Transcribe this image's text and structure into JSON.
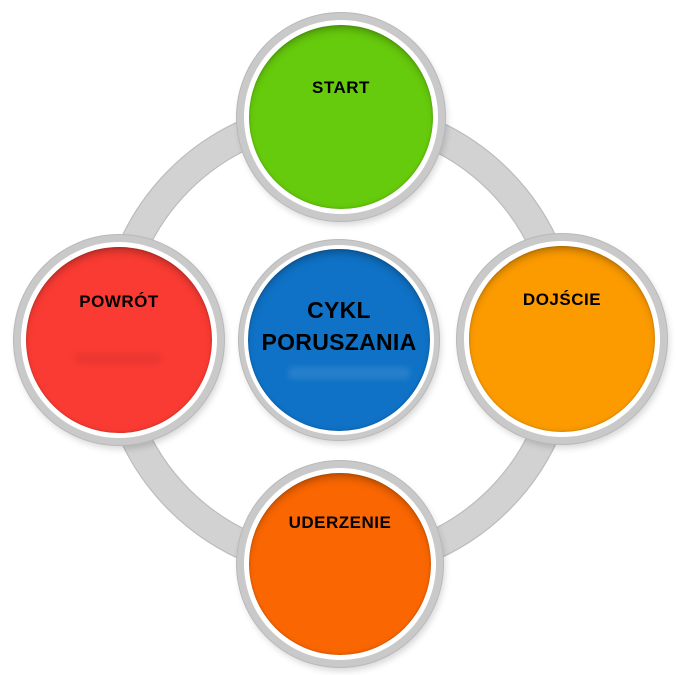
{
  "diagram": {
    "type": "cycle",
    "center_label": "CYKL PORUSZANIA"
  },
  "colors": {
    "background": "#ffffff",
    "ring": "#d2d2d2",
    "ring_edge": "#bcbcbc",
    "node_ring": "#c9c9c9",
    "text": "#000000"
  },
  "nodes": [
    {
      "id": "start",
      "label": "START",
      "color": "#66cb0c",
      "position": "top"
    },
    {
      "id": "dojscie",
      "label": "DOJŚCIE",
      "color": "#fc9b00",
      "position": "right"
    },
    {
      "id": "uderzenie",
      "label": "UDERZENIE",
      "color": "#fa6602",
      "position": "bottom"
    },
    {
      "id": "powrot",
      "label": "POWRÓT",
      "color": "#f93b33",
      "position": "left"
    },
    {
      "id": "center",
      "label": "CYKL PORUSZANIA",
      "color": "#0f72c6",
      "position": "center"
    }
  ]
}
